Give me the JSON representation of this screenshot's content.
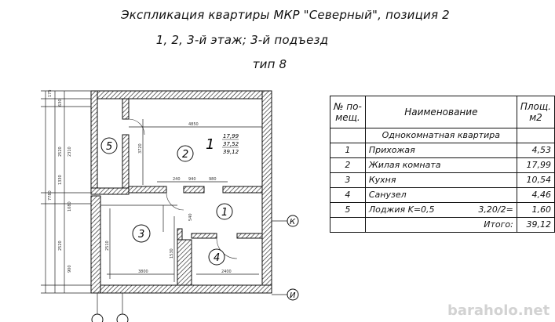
{
  "title": {
    "line1": "Экспликация квартиры МКР \"Северный\",  позиция 2",
    "line2": "1, 2, 3-й этаж; 3-й подъезд",
    "line3": "тип 8"
  },
  "table": {
    "header": {
      "no": "№ по-\nмещ.",
      "name": "Наименование",
      "area": "Площ.\nм2"
    },
    "group_label": "Однокомнатная квартира",
    "rows": [
      {
        "no": "1",
        "name": "Прихожая",
        "extra": "",
        "area": "4,53"
      },
      {
        "no": "2",
        "name": "Жилая комната",
        "extra": "",
        "area": "17,99"
      },
      {
        "no": "3",
        "name": "Кухня",
        "extra": "",
        "area": "10,54"
      },
      {
        "no": "4",
        "name": "Санузел",
        "extra": "",
        "area": "4,46"
      },
      {
        "no": "5",
        "name": "Лоджия K=0,5",
        "extra": "3,20/2=",
        "area": "1,60"
      }
    ],
    "total_label": "Итого:",
    "total_value": "39,12"
  },
  "plan": {
    "apartment_no": "1",
    "apartment_areas": [
      "17,99",
      "37,52",
      "39,12"
    ],
    "rooms": [
      "1",
      "2",
      "3",
      "4",
      "5"
    ],
    "axes": [
      "К",
      "И"
    ],
    "dims": {
      "left_outer": [
        "175",
        "630",
        "2310",
        "2520",
        "1330",
        "7780",
        "1080",
        "2520",
        "900"
      ],
      "room2_width": "4850",
      "room2_height": "3720",
      "openings": [
        "240",
        "940",
        "980"
      ],
      "kitchen_width": "3800",
      "kitchen_height": "2510",
      "bath_width": "2400",
      "partition": "540",
      "bath_height": "1530"
    }
  },
  "watermark": "baraholo.net"
}
